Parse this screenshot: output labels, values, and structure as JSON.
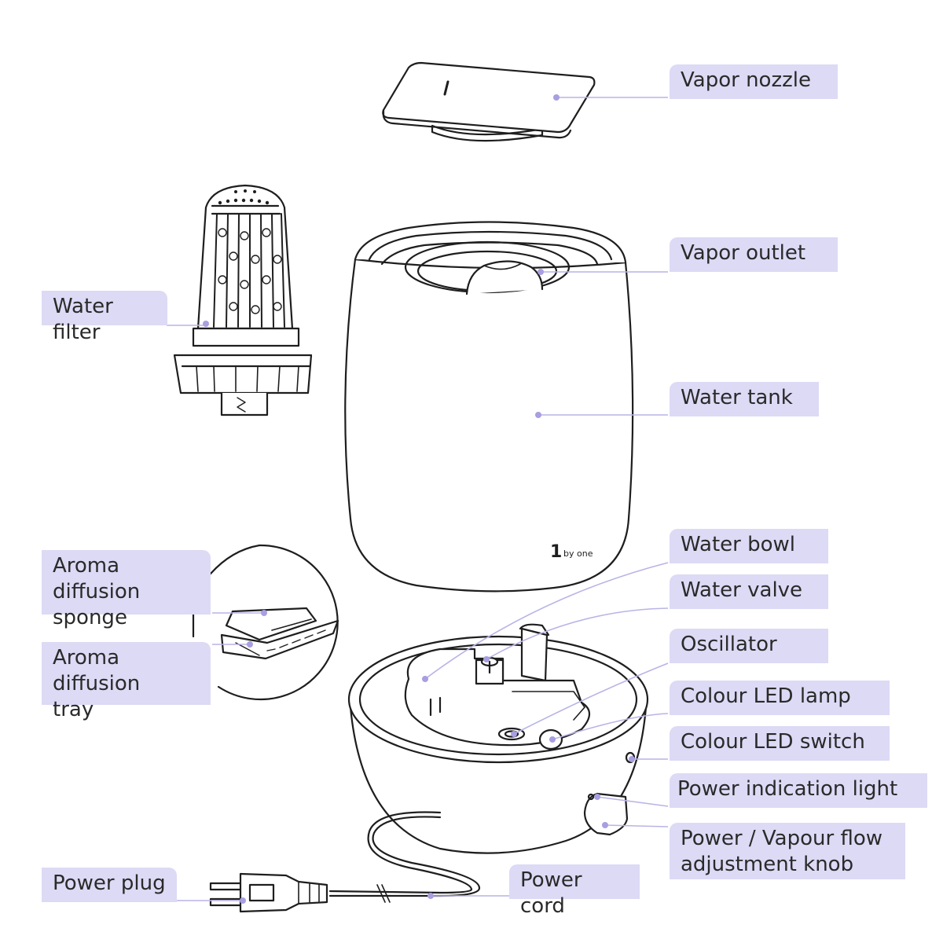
{
  "labels": {
    "vapor_nozzle": "Vapor nozzle",
    "vapor_outlet": "Vapor outlet",
    "water_filter": "Water filter",
    "water_tank": "Water tank",
    "water_bowl": "Water bowl",
    "water_valve": "Water valve",
    "oscillator": "Oscillator",
    "colour_led_lamp": "Colour LED lamp",
    "colour_led_switch": "Colour LED switch",
    "power_indication_light": "Power indication light",
    "power_knob_line1": "Power / Vapour flow",
    "power_knob_line2": "adjustment knob",
    "aroma_sponge_line1": "Aroma diffusion",
    "aroma_sponge_line2": "sponge",
    "aroma_tray_line1": "Aroma diffusion",
    "aroma_tray_line2": "tray",
    "power_plug": "Power plug",
    "power_cord": "Power cord"
  },
  "logo": {
    "numeral": "1",
    "text": "by one"
  },
  "colors": {
    "label_bg": "#dcdaf5",
    "leader_line": "#b9b4e6",
    "leader_dot": "#a79fe0",
    "outline": "#1e1e1e"
  }
}
